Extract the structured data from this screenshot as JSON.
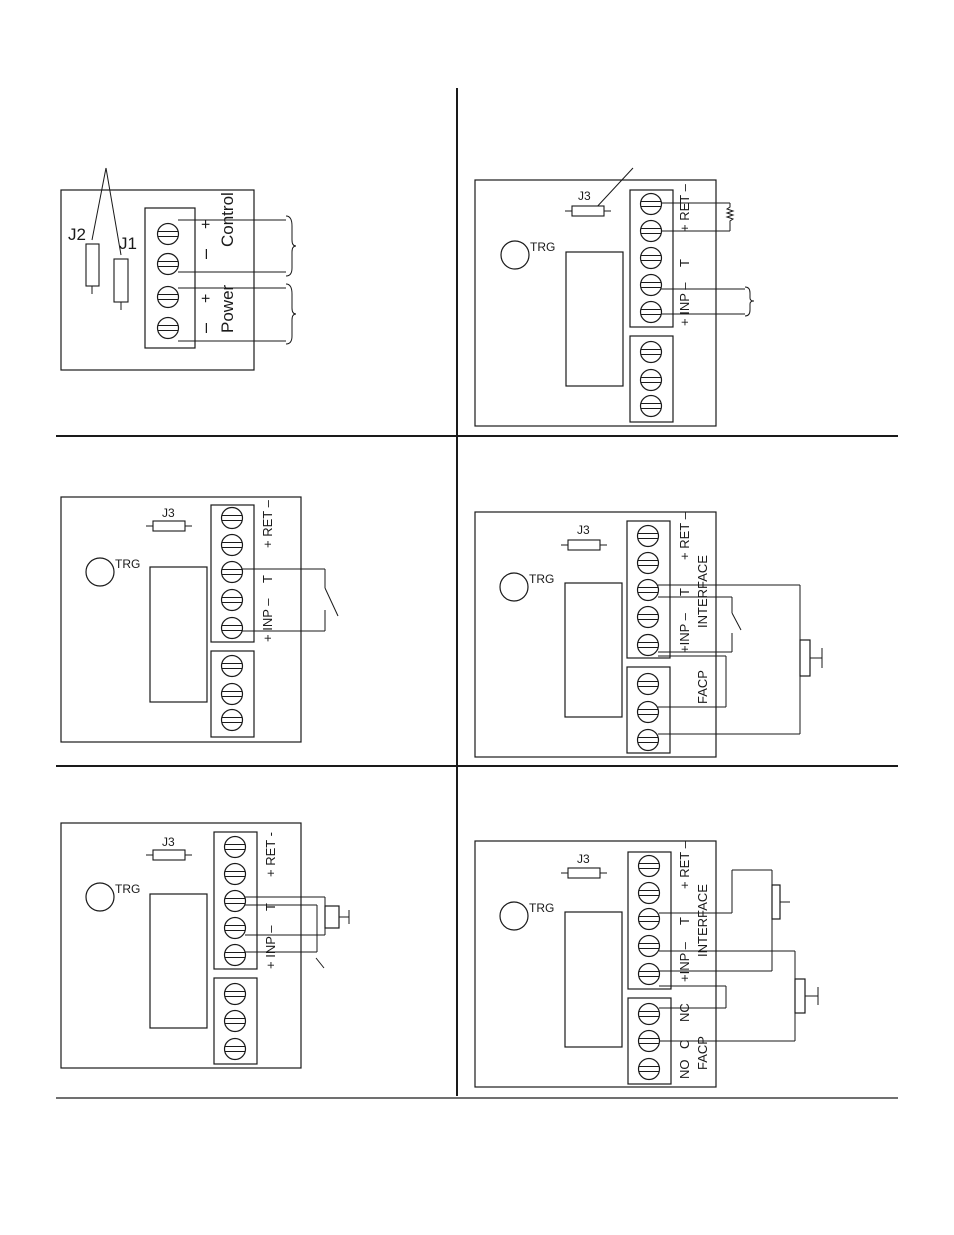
{
  "panels": {
    "p1": {
      "jumpers": [
        "J2",
        "J1"
      ],
      "terminal_labels": {
        "control_plus": "+",
        "control_minus": "–",
        "control": "Control",
        "power_plus": "+",
        "power_minus": "–",
        "power": "Power"
      }
    },
    "p2": {
      "jumper": "J3",
      "trg": "TRG",
      "ret": "+ RET –",
      "t": "T",
      "inp": "+ INP –"
    },
    "p3": {
      "jumper": "J3",
      "trg": "TRG",
      "ret": "+ RET –",
      "t": "T",
      "inp": "+ INP –"
    },
    "p4": {
      "jumper": "J3",
      "trg": "TRG",
      "ret": "+ RET –",
      "t": "T",
      "inp": "+INP –",
      "interface": "INTERFACE",
      "facp": "FACP"
    },
    "p5": {
      "jumper": "J3",
      "trg": "TRG",
      "ret": "+ RET -",
      "t": "T",
      "inp": "+ INP –"
    },
    "p6": {
      "jumper": "J3",
      "trg": "TRG",
      "ret": "+ RET –",
      "t": "T",
      "inp": "+INP –",
      "interface": "INTERFACE",
      "nc": "NC",
      "c": "C",
      "no": "NO",
      "facp": "FACP"
    }
  }
}
